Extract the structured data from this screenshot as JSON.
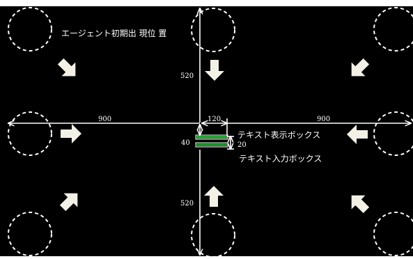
{
  "labels": {
    "agent_spawn": "エージェント初期出 現位 置",
    "text_display_box": "テキスト表示ボックス",
    "text_input_box": "テキスト入力ボックス"
  },
  "dimensions": {
    "top_distance": "520",
    "bottom_distance": "520",
    "left_distance": "900",
    "right_distance": "900",
    "box_width": "120",
    "display_height": "40",
    "input_height": "20"
  },
  "colors": {
    "background": "#000000",
    "line": "#ffffff",
    "arrow_fill": "#f3f1e6",
    "box_accent": "#1fa82e"
  },
  "icons": {
    "spawn_marker": "dashed-circle-icon",
    "direction_arrow": "arrow-icon"
  }
}
